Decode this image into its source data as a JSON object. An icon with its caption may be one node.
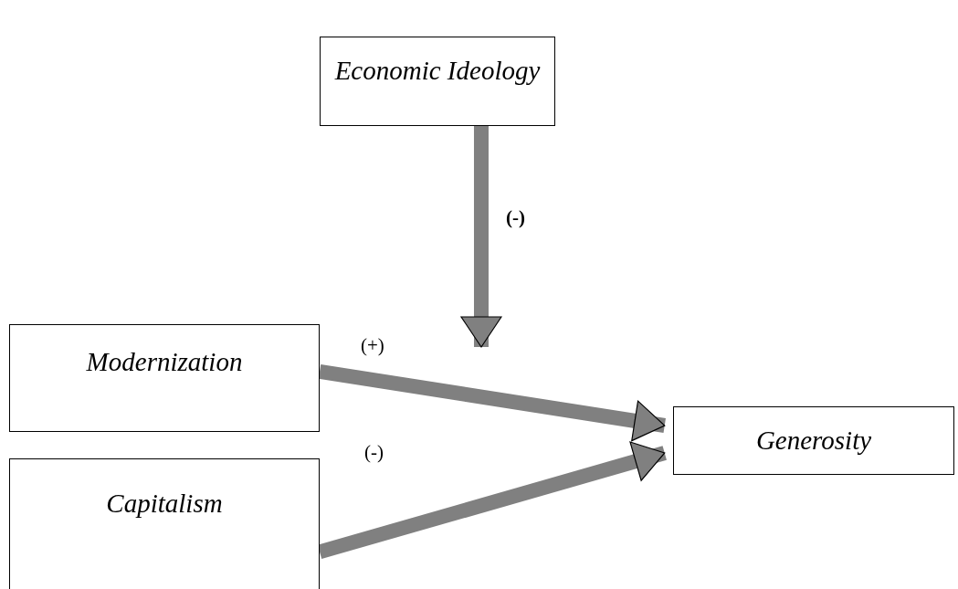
{
  "diagram": {
    "nodes": [
      {
        "text": [
          "Economic Ideology"
        ]
      },
      {
        "text": [
          "Modernization"
        ]
      },
      {
        "text": [
          "Capitalism"
        ]
      },
      {
        "text": [
          "Generosity"
        ]
      }
    ],
    "edges": [
      {
        "from": 0,
        "to": null,
        "arrow": "to",
        "label": "(-)"
      },
      {
        "from": 1,
        "to": 3,
        "arrow": "to",
        "label": "(+)"
      },
      {
        "from": 2,
        "to": 3,
        "arrow": "to",
        "label": "(-)"
      }
    ]
  }
}
